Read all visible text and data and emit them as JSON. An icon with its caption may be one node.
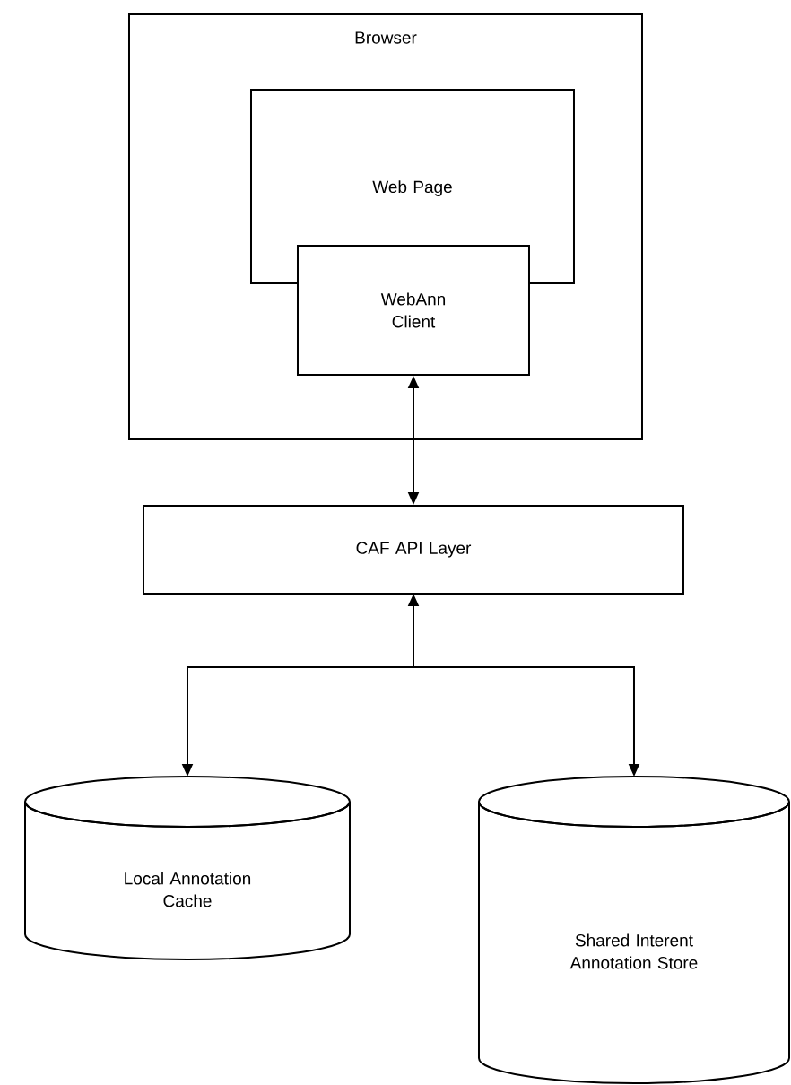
{
  "diagram": {
    "nodes": [
      {
        "text": [
          "Browser"
        ]
      },
      {
        "text": [
          "Web Page"
        ],
        "in": 0
      },
      {
        "text": [
          "WebAnn Client"
        ],
        "in": 0
      },
      {
        "text": [
          "CAF API Layer"
        ]
      },
      {
        "text": [
          "Local Annotation Cache"
        ]
      },
      {
        "text": [
          "Shared Interent Annotation Store"
        ]
      }
    ],
    "edges": [
      {
        "from": 2,
        "to": 3,
        "arrow": "both"
      },
      {
        "from": 3,
        "to": 4,
        "arrow": "both"
      },
      {
        "from": 3,
        "to": 5,
        "arrow": "both"
      }
    ]
  }
}
